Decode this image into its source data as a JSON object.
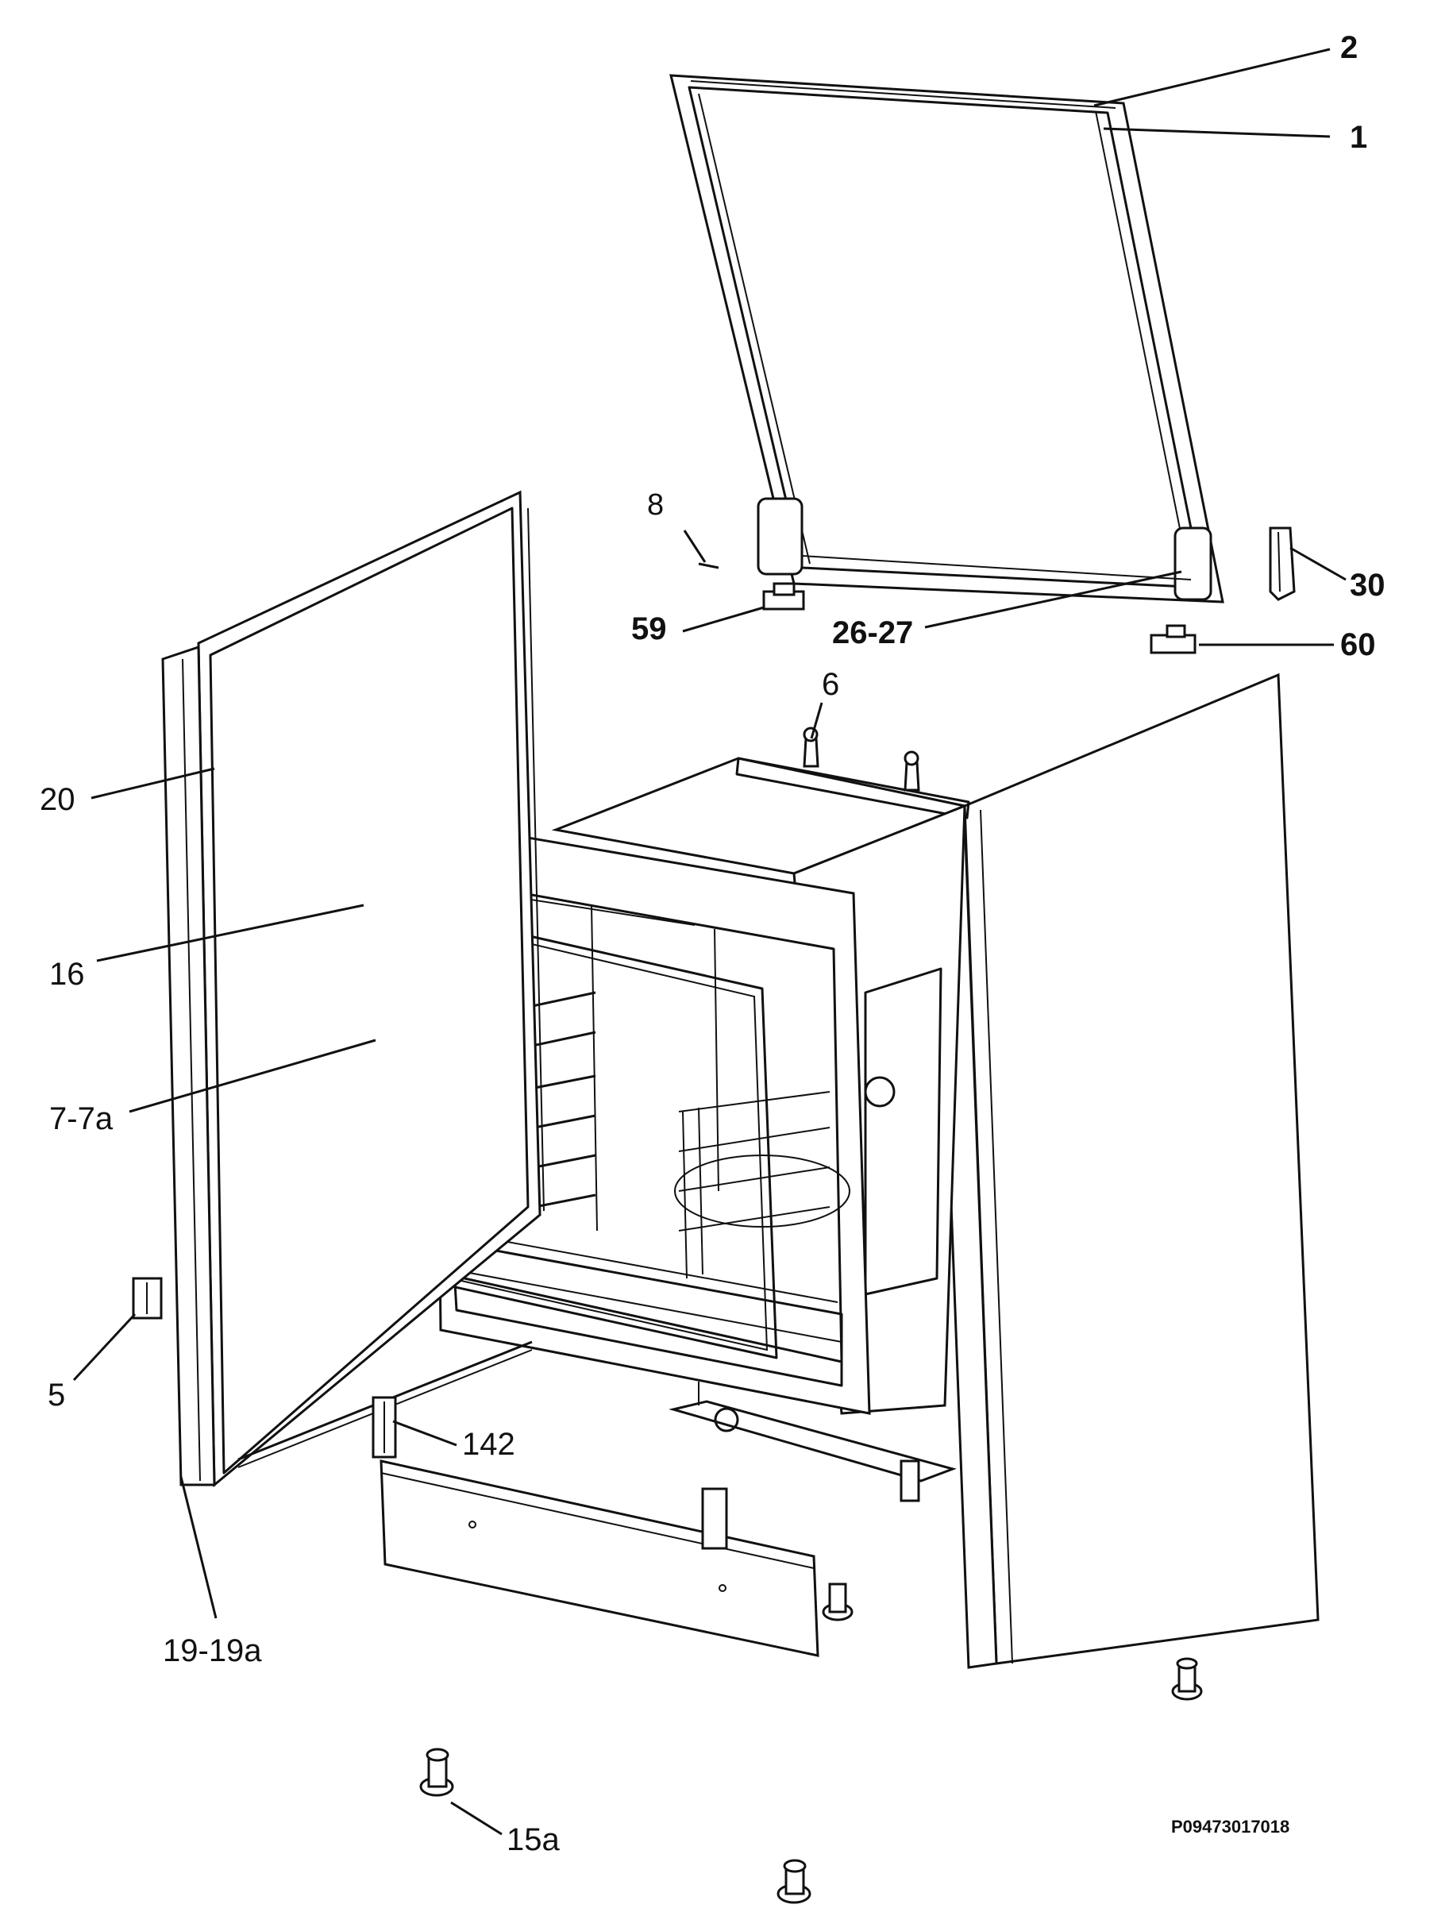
{
  "labels": {
    "l1": "1",
    "l2": "2",
    "l5": "5",
    "l6": "6",
    "l8": "8",
    "l15a": "15a",
    "l16": "16",
    "l19": "19-19a",
    "l20": "20",
    "l2627": "26-27",
    "l30": "30",
    "l59": "59",
    "l60": "60",
    "l77a": "7-7a",
    "l142": "142"
  },
  "drawing_code": "P09473017018"
}
